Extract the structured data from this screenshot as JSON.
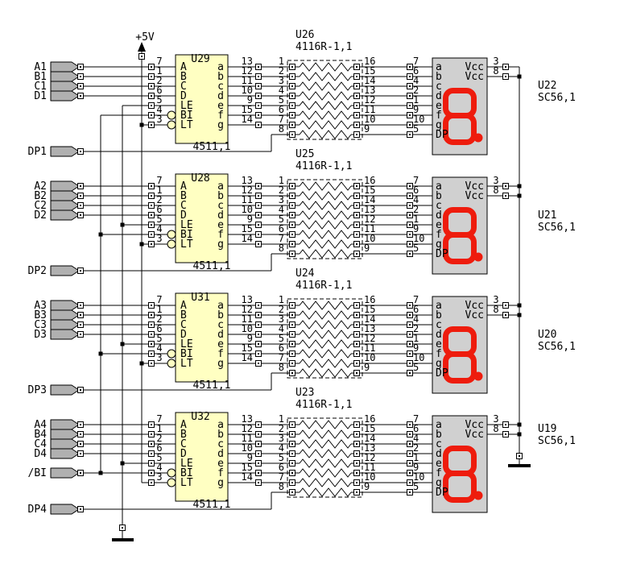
{
  "schematic": {
    "power_label": "+5V",
    "decoder": {
      "value": "4511,1",
      "left_pins": [
        {
          "name": "A",
          "num": "7"
        },
        {
          "name": "B",
          "num": "1"
        },
        {
          "name": "C",
          "num": "2"
        },
        {
          "name": "D",
          "num": "6"
        },
        {
          "name": "LE",
          "num": "5"
        },
        {
          "name": "BI",
          "num": "4"
        },
        {
          "name": "LT",
          "num": "3"
        }
      ],
      "right_pins": [
        {
          "name": "a",
          "num": "13"
        },
        {
          "name": "b",
          "num": "12"
        },
        {
          "name": "c",
          "num": "11"
        },
        {
          "name": "d",
          "num": "10"
        },
        {
          "name": "e",
          "num": "9"
        },
        {
          "name": "f",
          "num": "15"
        },
        {
          "name": "g",
          "num": "14"
        }
      ]
    },
    "resistor_network": {
      "value": "4116R-1,1",
      "left_pin_nums": [
        "1",
        "2",
        "3",
        "4",
        "5",
        "6",
        "7",
        "8"
      ],
      "right_pin_nums": [
        "16",
        "15",
        "14",
        "13",
        "12",
        "11",
        "10",
        "9"
      ]
    },
    "display": {
      "value": "SC56,1",
      "left_pins": [
        {
          "name": "a",
          "num": "7"
        },
        {
          "name": "b",
          "num": "6"
        },
        {
          "name": "c",
          "num": "4"
        },
        {
          "name": "d",
          "num": "2"
        },
        {
          "name": "e",
          "num": "1"
        },
        {
          "name": "f",
          "num": "9"
        },
        {
          "name": "g",
          "num": "10"
        },
        {
          "name": "DP",
          "num": "5"
        }
      ],
      "vcc_pins": [
        {
          "name": "Vcc",
          "num": "3"
        },
        {
          "name": "Vcc",
          "num": "8"
        }
      ]
    },
    "channels": [
      {
        "inputs": [
          "A1",
          "B1",
          "C1",
          "D1"
        ],
        "dp_input": "DP1",
        "decoder_ref": "U29",
        "resnet_ref": "U26",
        "display_ref": "U22"
      },
      {
        "inputs": [
          "A2",
          "B2",
          "C2",
          "D2"
        ],
        "dp_input": "DP2",
        "decoder_ref": "U28",
        "resnet_ref": "U25",
        "display_ref": "U21"
      },
      {
        "inputs": [
          "A3",
          "B3",
          "C3",
          "D3"
        ],
        "dp_input": "DP3",
        "decoder_ref": "U31",
        "resnet_ref": "U24",
        "display_ref": "U20"
      },
      {
        "inputs": [
          "A4",
          "B4",
          "C4",
          "D4"
        ],
        "bi_input": "/BI",
        "dp_input": "DP4",
        "decoder_ref": "U32",
        "resnet_ref": "U23",
        "display_ref": "U19"
      }
    ],
    "colors": {
      "chip_fill": "#ffffc2",
      "display_fill": "#d0d0d0",
      "connector_fill": "#b0b0b0",
      "segment_red": "#ee1c0d",
      "wire": "#000000",
      "background": "#ffffff"
    }
  }
}
